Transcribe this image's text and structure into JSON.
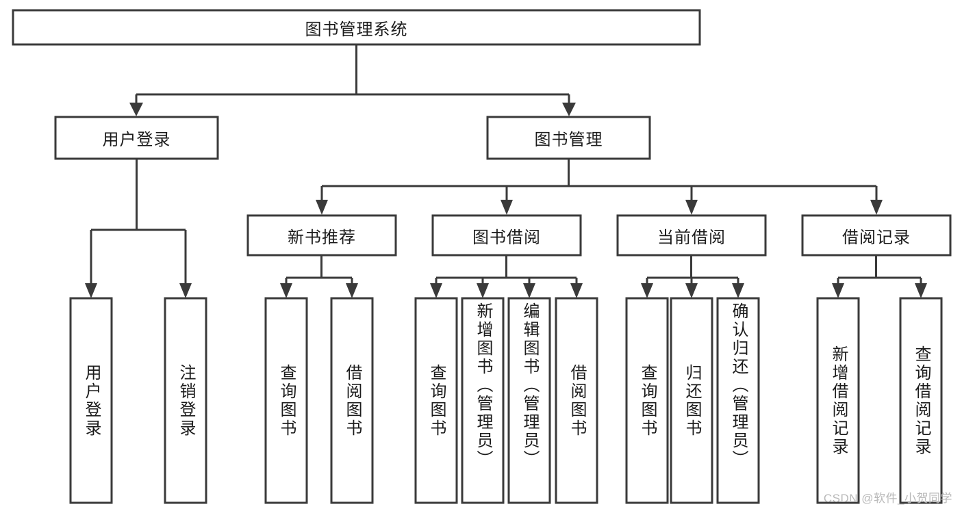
{
  "diagram": {
    "title": "图书管理系统",
    "type": "tree-hierarchy-chart",
    "watermark": "CSDN @软件_小贺同学",
    "colors": {
      "background": "#ffffff",
      "stroke": "#3a3a3a",
      "text": "#1c1c1c",
      "watermark": "#b9b9b9"
    },
    "root": {
      "label": "图书管理系统"
    },
    "level2": [
      {
        "label": "用户登录"
      },
      {
        "label": "图书管理"
      }
    ],
    "level3": [
      {
        "label": "新书推荐"
      },
      {
        "label": "图书借阅"
      },
      {
        "label": "当前借阅"
      },
      {
        "label": "借阅记录"
      }
    ],
    "leaves": {
      "user_login": [
        {
          "label": "用户登录"
        },
        {
          "label": "注销登录"
        }
      ],
      "new_book_recommend": [
        {
          "label": "查询图书"
        },
        {
          "label": "借阅图书"
        }
      ],
      "book_borrow": [
        {
          "label": "查询图书"
        },
        {
          "label": "新增图书（管理员）"
        },
        {
          "label": "编辑图书（管理员）"
        },
        {
          "label": "借阅图书"
        }
      ],
      "current_borrow": [
        {
          "label": "查询图书"
        },
        {
          "label": "归还图书"
        },
        {
          "label": "确认归还（管理员）"
        }
      ],
      "borrow_record": [
        {
          "label": "新增借阅记录"
        },
        {
          "label": "查询借阅记录"
        }
      ]
    }
  }
}
